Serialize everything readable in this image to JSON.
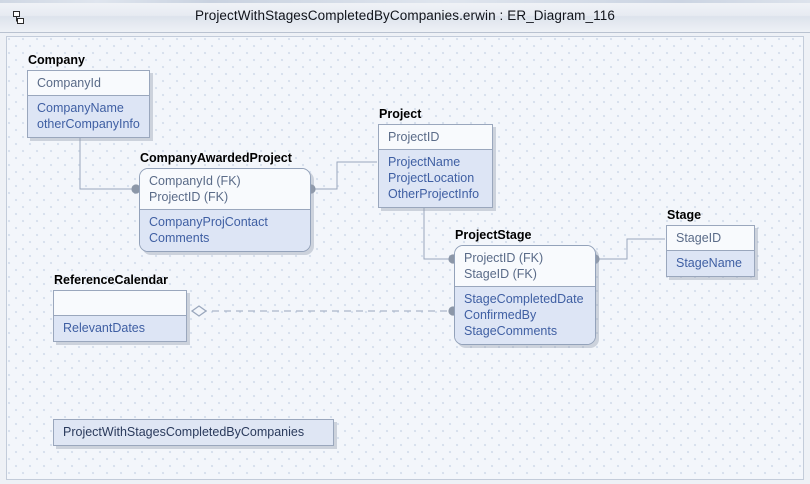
{
  "window": {
    "title": "ProjectWithStagesCompletedByCompanies.erwin : ER_Diagram_116",
    "icon": "er-diagram-icon"
  },
  "colors": {
    "canvas_background": "#f3f6fb",
    "pk_section": "#f7f9fd",
    "attribute_section": "#dde5f5",
    "entity_border": "#9aa7bd",
    "field_text": "#3f5fa3",
    "entity_name_text": "#000000",
    "connector_line": "#9aa7bd",
    "title_text": "#10131a"
  },
  "diagram": {
    "entities": [
      {
        "name": "Company",
        "shape": "square",
        "primary_keys": [
          "CompanyId"
        ],
        "attributes": [
          "CompanyName",
          "otherCompanyInfo"
        ]
      },
      {
        "name": "CompanyAwardedProject",
        "shape": "rounded",
        "primary_keys": [
          "CompanyId (FK)",
          "ProjectID (FK)"
        ],
        "attributes": [
          "CompanyProjContact",
          "Comments"
        ]
      },
      {
        "name": "Project",
        "shape": "square",
        "primary_keys": [
          "ProjectID"
        ],
        "attributes": [
          "ProjectName",
          "ProjectLocation",
          "OtherProjectInfo"
        ]
      },
      {
        "name": "ProjectStage",
        "shape": "rounded",
        "primary_keys": [
          "ProjectID (FK)",
          "StageID (FK)"
        ],
        "attributes": [
          "StageCompletedDate",
          "ConfirmedBy",
          "StageComments"
        ]
      },
      {
        "name": "Stage",
        "shape": "square",
        "primary_keys": [
          "StageID"
        ],
        "attributes": [
          "StageName"
        ]
      },
      {
        "name": "ReferenceCalendar",
        "shape": "square",
        "primary_keys": [
          ""
        ],
        "attributes": [
          "RelevantDates"
        ]
      }
    ],
    "relationships": [
      {
        "from": "Company",
        "to": "CompanyAwardedProject",
        "style": "solid",
        "child_marker": "filled-circle"
      },
      {
        "from": "CompanyAwardedProject",
        "to": "Project",
        "style": "solid",
        "child_marker": "filled-circle"
      },
      {
        "from": "Project",
        "to": "ProjectStage",
        "style": "solid",
        "child_marker": "filled-circle"
      },
      {
        "from": "ProjectStage",
        "to": "Stage",
        "style": "solid",
        "child_marker": "filled-circle"
      },
      {
        "from": "ReferenceCalendar",
        "to": "ProjectStage",
        "style": "dashed",
        "parent_marker": "open-diamond",
        "child_marker": "filled-circle"
      }
    ],
    "view_label": "ProjectWithStagesCompletedByCompanies"
  }
}
